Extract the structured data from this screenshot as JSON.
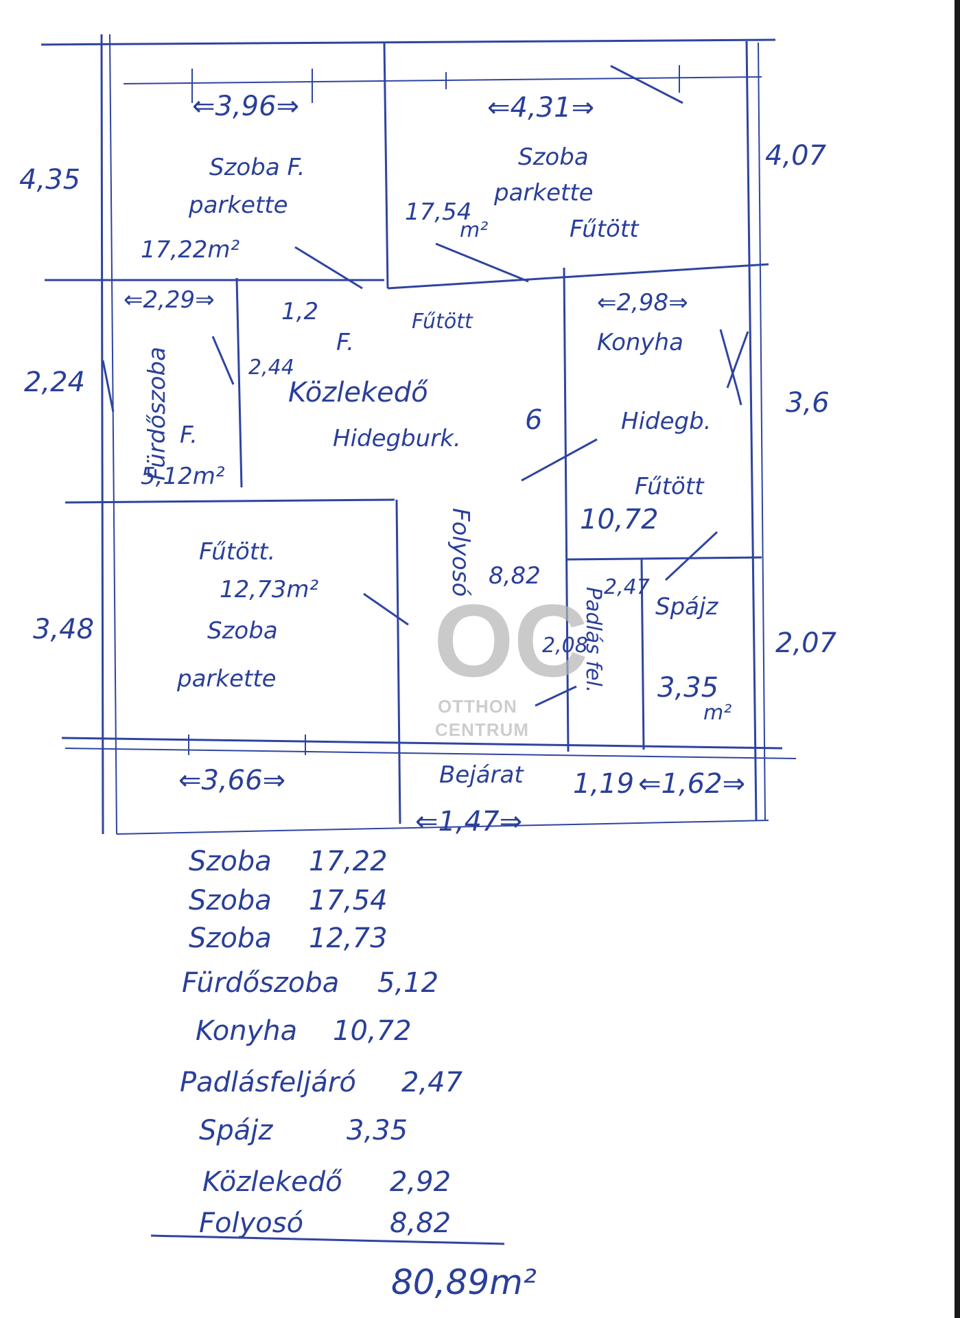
{
  "rooms": {
    "room_tl": {
      "dim_top": "⇐3,96⇒",
      "dim_left": "4,35",
      "name": "Szoba F.",
      "floor": "parkette",
      "area": "17,22m²"
    },
    "room_tm": {
      "dim_top": "⇐4,31⇒",
      "dim_right": "4,07",
      "name": "Szoba",
      "floor": "parkette",
      "area_a": "17,54",
      "area_b": "m²",
      "heated": "Fűtött"
    },
    "bathroom": {
      "dim_top": "⇐2,29⇒",
      "dim_left": "2,24",
      "name": "Fürdőszoba",
      "f_mark": "F.",
      "area": "5,12m²"
    },
    "hallway": {
      "dim_a": "1,2",
      "dim_b": "2,44",
      "f_mark": "F.",
      "heated": "Fűtött",
      "name": "Közlekedő",
      "cold": "Hidegburk.",
      "dim_v": "6"
    },
    "kitchen": {
      "dim_top": "⇐2,98⇒",
      "name": "Konyha",
      "dim_right": "3,6",
      "cold": "Hidegb.",
      "heated": "Fűtött",
      "area": "10,72"
    },
    "room_bl": {
      "heated": "Fűtött.",
      "area": "12,73m²",
      "name": "Szoba",
      "floor": "parkette",
      "dim_left": "3,48",
      "dim_bottom": "⇐3,66⇒"
    },
    "corridor": {
      "vertical_label": "Folyosó",
      "area": "8,82",
      "dim_v": "2,08"
    },
    "attic": {
      "vertical_label": "Padlás fel.",
      "area": "2,47",
      "dim_bottom": "1,19"
    },
    "pantry": {
      "name": "Spájz",
      "area_a": "3,35",
      "area_b": "m²",
      "dim_right": "2,07",
      "dim_bottom": "⇐1,62⇒"
    },
    "entrance": {
      "label": "Bejárat",
      "dim": "⇐1,47⇒"
    }
  },
  "summary": {
    "rows": [
      {
        "name": "Szoba",
        "value": "17,22"
      },
      {
        "name": "Szoba",
        "value": "17,54"
      },
      {
        "name": "Szoba",
        "value": "12,73"
      },
      {
        "name": "Fürdőszoba",
        "value": "5,12"
      },
      {
        "name": "Konyha",
        "value": "10,72"
      },
      {
        "name": "Padlásfeljáró",
        "value": "2,47"
      },
      {
        "name": "Spájz",
        "value": "3,35"
      },
      {
        "name": "Közlekedő",
        "value": "2,92"
      },
      {
        "name": "Folyosó",
        "value": "8,82"
      }
    ],
    "total": "80,89m²"
  },
  "watermark": {
    "logo": "OC",
    "line1": "OTTHON",
    "line2": "CENTRUM"
  },
  "colors": {
    "ink": "#2a3f99",
    "watermark": "#b4b4b4"
  }
}
